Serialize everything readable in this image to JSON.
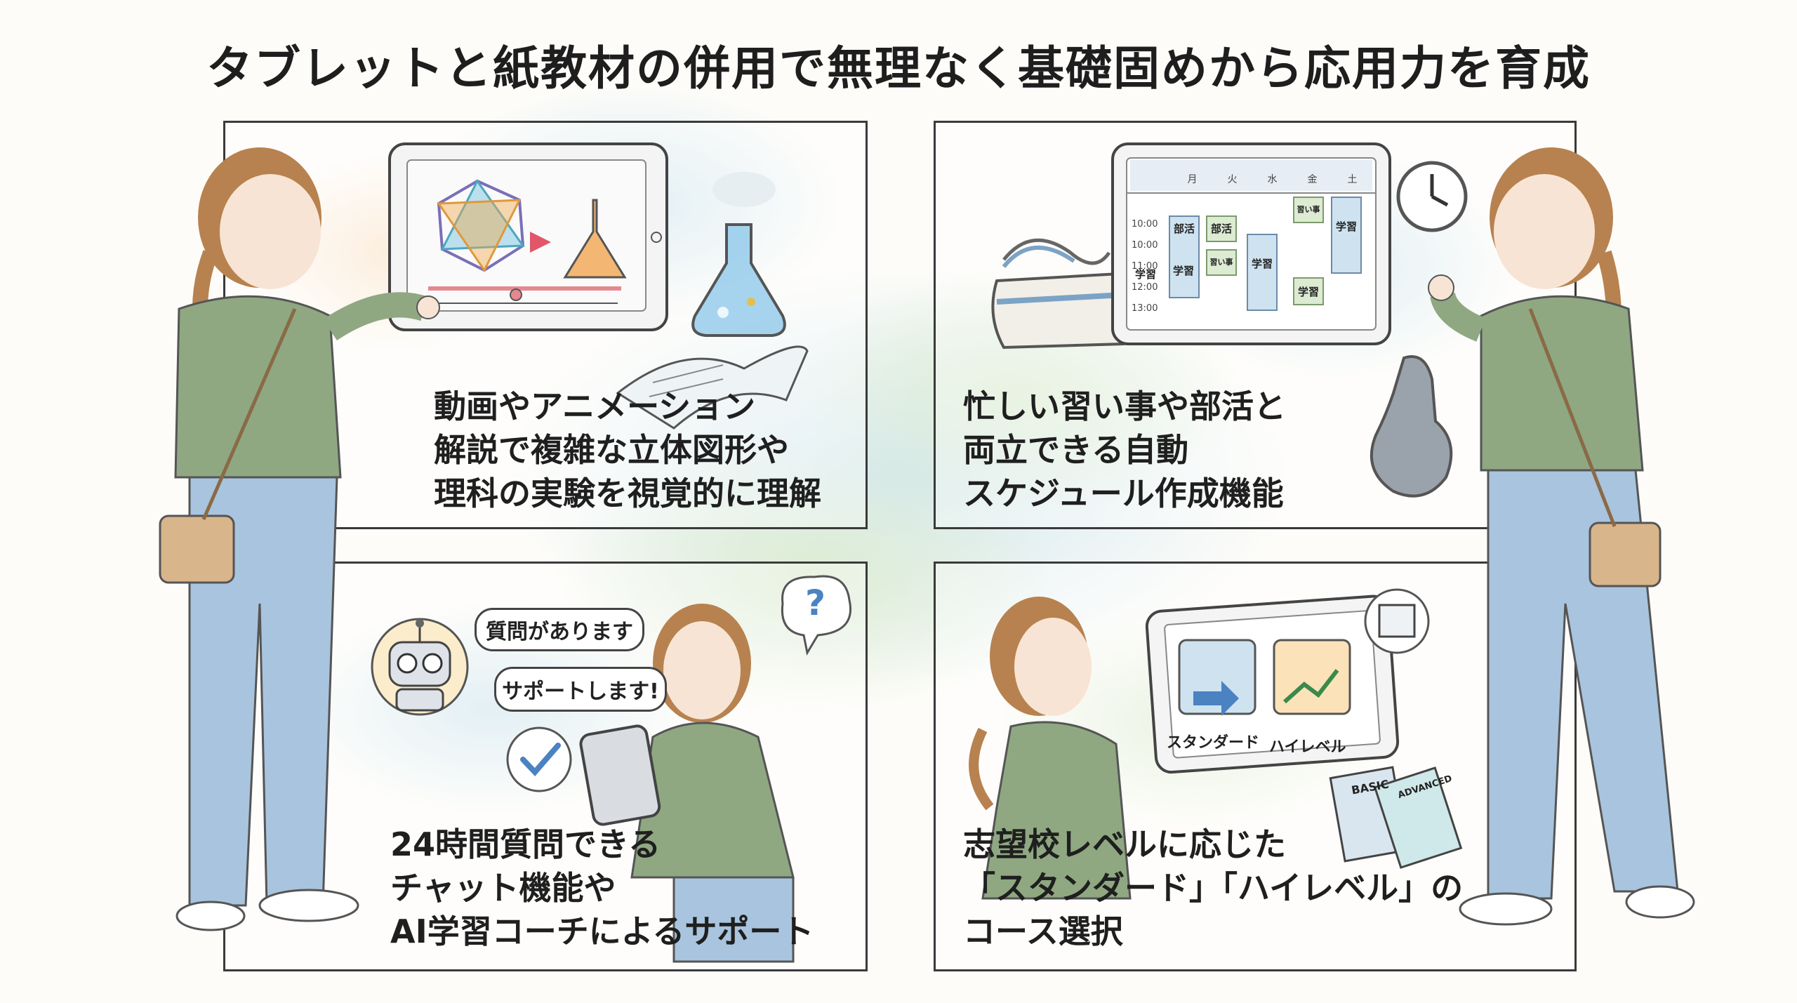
{
  "title": "タブレットと紙教材の併用で無理なく基礎固めから応用力を育成",
  "panels": {
    "top_left": {
      "lines": [
        "動画やアニメーション",
        "解説で複雑な立体図形や",
        "理科の実験を視覚的に理解"
      ]
    },
    "top_right": {
      "lines": [
        "忙しい習い事や部活と",
        "両立できる自動",
        "スケジュール作成機能"
      ]
    },
    "bottom_left": {
      "lines": [
        "24時間質問できる",
        "チャット機能や",
        "AI学習コーチによるサポート"
      ]
    },
    "bottom_right": {
      "lines": [
        "志望校レベルに応じた",
        "「スタンダード」「ハイレベル」の",
        "コース選択"
      ]
    }
  },
  "schedule": {
    "days": [
      "月",
      "火",
      "水",
      "金",
      "土"
    ],
    "times": [
      "10:00",
      "10:00",
      "11:00",
      "12:00",
      "13:00"
    ],
    "blocks": [
      "部活",
      "部活",
      "習い事",
      "習い事",
      "学習",
      "学習",
      "学習",
      "学習",
      "学習"
    ]
  },
  "chat": {
    "question": "質問があります",
    "answer": "サポートします!",
    "question_mark": "?"
  },
  "course": {
    "standard": "スタンダード",
    "high": "ハイレベル",
    "book_basic": "BASIC",
    "book_high": "ADVANCED"
  },
  "colors": {
    "shirt": "#8fa882",
    "jeans": "#a9c4de",
    "hair": "#b7824f",
    "accent_blue": "#4a82c2",
    "orange": "#f0a04a",
    "teal": "#7fbfd0"
  }
}
